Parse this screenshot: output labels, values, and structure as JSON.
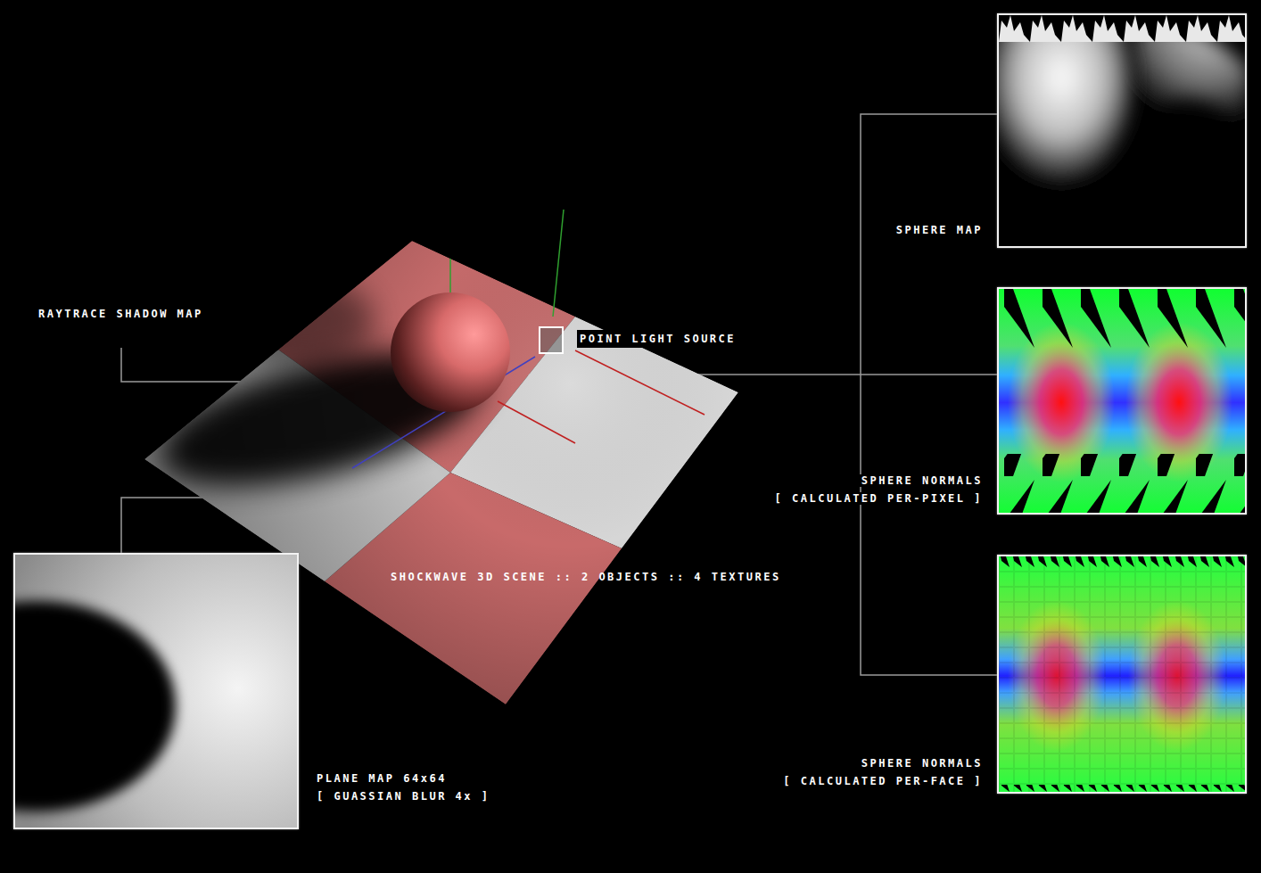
{
  "diagram": {
    "nodes": [
      {
        "text": [
          "SPHERE MAP"
        ]
      },
      {
        "text": [
          "SPHERE NORMALS",
          "[ CALCULATED PER-PIXEL ]"
        ]
      },
      {
        "text": [
          "SPHERE NORMALS",
          "[ CALCULATED PER-FACE ]"
        ]
      },
      {
        "text": [
          "PLANE MAP 64x64",
          "[ GUASSIAN BLUR 4x ]"
        ]
      }
    ],
    "labels": [
      "RAYTRACE SHADOW MAP",
      "POINT LIGHT SOURCE",
      "SHOCKWAVE 3D SCENE :: 2 OBJECTS :: 4 TEXTURES"
    ]
  }
}
